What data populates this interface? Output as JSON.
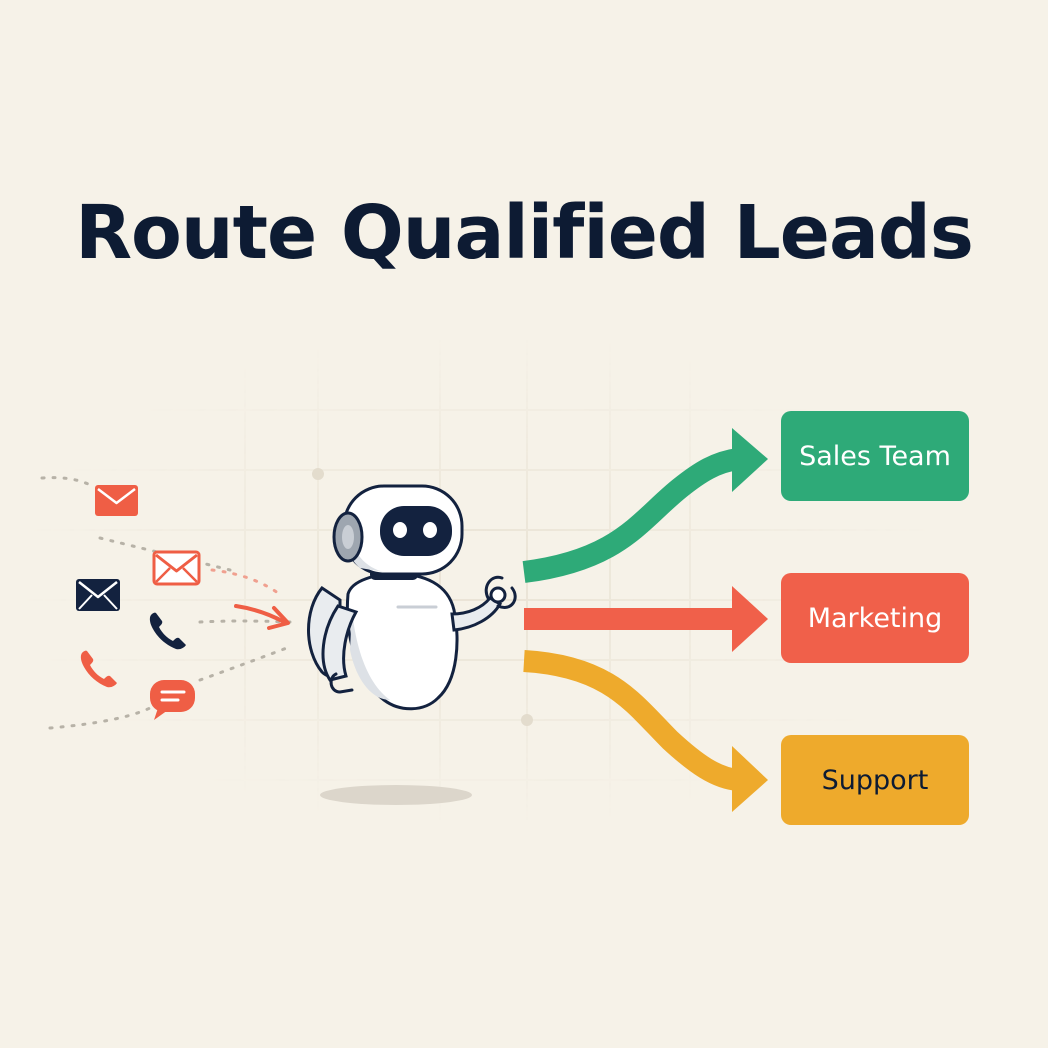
{
  "title": "Route Qualified Leads",
  "destinations": [
    {
      "id": "sales",
      "label": "Sales Team",
      "color": "#2eaa78",
      "text_color": "#ffffff"
    },
    {
      "id": "marketing",
      "label": "Marketing",
      "color": "#f0604a",
      "text_color": "#ffffff"
    },
    {
      "id": "support",
      "label": "Support",
      "color": "#eeaa2c",
      "text_color": "#0d1b33"
    }
  ],
  "colors": {
    "background": "#f6f2e8",
    "title": "#0d1b33",
    "accent_red": "#ef5e45",
    "navy": "#13223f",
    "robot_body": "#ffffff",
    "robot_shade": "#d9dde3"
  },
  "icons": {
    "inputs": [
      "envelope-icon",
      "envelope-icon",
      "envelope-icon",
      "phone-icon",
      "phone-icon",
      "chat-bubble-icon"
    ],
    "robot": "robot-icon"
  }
}
